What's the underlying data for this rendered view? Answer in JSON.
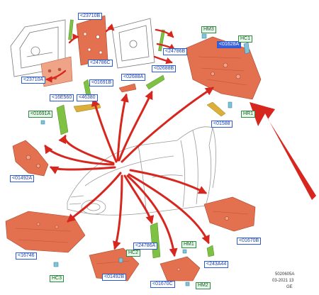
{
  "labels": {
    "l23710B": "<23710B",
    "l23710A": "<23710A",
    "l24786C": "<24786C",
    "l24786B": "<24786B",
    "lHM3": "HM3",
    "l01628A": "<01628A",
    "lHC1": "HC1",
    "lHR1": "HR1",
    "l01588": "<01588",
    "l01691B": "<01691B",
    "l02688A": "<02688A",
    "l02688B": "<02688B",
    "l16E560": "<16E560",
    "l46380": "<46380",
    "l01691A": "<01691A",
    "l01492A": "<01492A",
    "l16746": "<16746",
    "lHC3": "HC3",
    "l24786A": "<24786A",
    "lHC2": "HC2",
    "l01492B": "<01492B",
    "l01670C": "<01670C",
    "lHM1": "HM1",
    "l243A44": "<243A44",
    "lHM2": "HM2",
    "l01670B": "<01670B"
  },
  "footer": {
    "code": "5020605A",
    "date": "03-2021 13",
    "region": "GE"
  },
  "colors": {
    "arrow": "#d7261e",
    "part": "#e3704f",
    "part_light": "#f0a487",
    "bracket": "#dcae3a",
    "tape": "#7fc142",
    "car_line": "#9a9a9a"
  }
}
